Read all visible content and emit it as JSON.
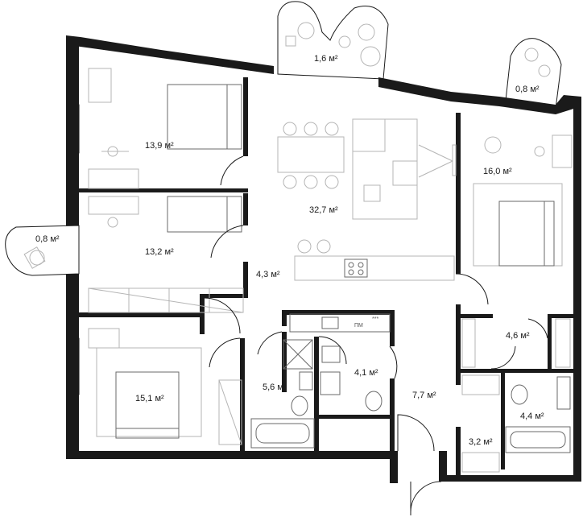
{
  "rooms": [
    {
      "id": "balcony-top",
      "area": "1,6 м²"
    },
    {
      "id": "balcony-right",
      "area": "0,8 м²"
    },
    {
      "id": "balcony-left",
      "area": "0,8 м²"
    },
    {
      "id": "bedroom-1",
      "area": "13,9 м²"
    },
    {
      "id": "bedroom-2",
      "area": "13,2 м²"
    },
    {
      "id": "living-kitchen",
      "area": "32,7 м²"
    },
    {
      "id": "bedroom-master",
      "area": "16,0 м²"
    },
    {
      "id": "hall-small",
      "area": "4,3 м²"
    },
    {
      "id": "bedroom-3",
      "area": "15,1 м²"
    },
    {
      "id": "bathroom-1",
      "area": "5,6 м²"
    },
    {
      "id": "utility",
      "area": "4,1 м²"
    },
    {
      "id": "corridor",
      "area": "7,7 м²"
    },
    {
      "id": "closet",
      "area": "4,6 м²"
    },
    {
      "id": "bathroom-2",
      "area": "4,4 м²"
    },
    {
      "id": "wardrobe",
      "area": "3,2 м²"
    }
  ],
  "appliances": {
    "dishwasher": "ПМ"
  },
  "colors": {
    "wall": "#1a1a1a",
    "furniture": "#b5b5b5",
    "background": "#ffffff"
  }
}
